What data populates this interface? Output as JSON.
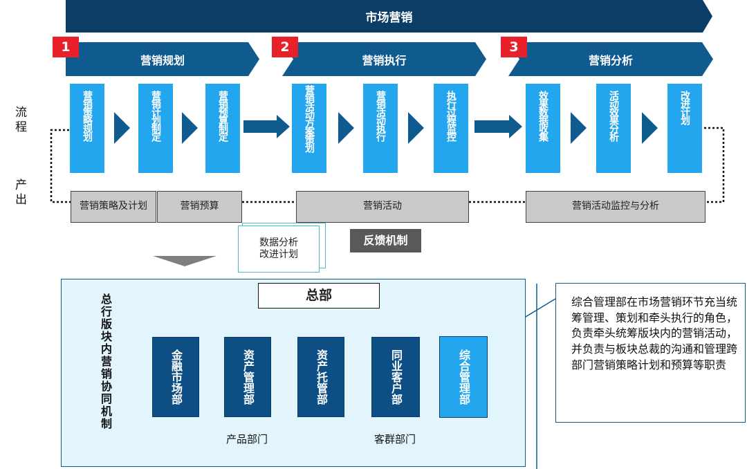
{
  "header": {
    "title": "市场营销"
  },
  "stages": [
    {
      "number": "1",
      "title": "营销规划"
    },
    {
      "number": "2",
      "title": "营销执行"
    },
    {
      "number": "3",
      "title": "营销分析"
    }
  ],
  "row_labels": {
    "process": "流程",
    "output": "产出"
  },
  "steps": [
    "营销策略规划",
    "营销计划制定",
    "营销预算制定",
    "营销活动方案策划",
    "营销活动执行",
    "执行过程监控",
    "效果数据收集",
    "活动效果分析",
    "改进计划"
  ],
  "outputs": [
    "营销策略及计划",
    "营销预算",
    "营销活动",
    "营销活动监控与分析"
  ],
  "feedback": {
    "note": "数据分析\n改进计划",
    "label": "反馈机制"
  },
  "org": {
    "title": "总行版块内营销协同机制",
    "hq": "总部",
    "departments": [
      "金融市场部",
      "资产管理部",
      "资产托管部",
      "同业客户部",
      "综合管理部"
    ],
    "groups": [
      "产品部门",
      "客群部门"
    ]
  },
  "description": "综合管理部在市场营销环节充当统筹管理、策划和牵头执行的角色，负责牵头统筹版块内的营销活动，并负责与板块总裁的沟通和管理跨部门营销策略计划和预算等职责",
  "colors": {
    "header": "#0b3d66",
    "stage": "#0f5a8f",
    "number": "#e8202a",
    "step": "#23a6ee",
    "output": "#c9c9c9",
    "feedback_label": "#595959",
    "org_bg": "#e3f5fc",
    "dept_dark": "#0d4f84",
    "dept_light": "#23a6ee"
  }
}
